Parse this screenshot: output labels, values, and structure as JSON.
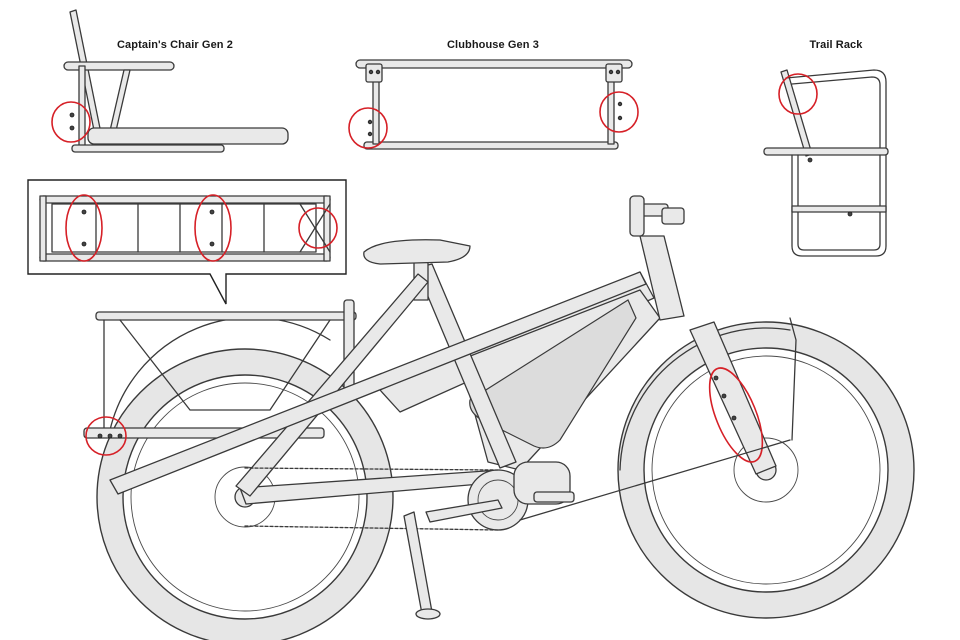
{
  "labels": {
    "captains_chair": "Captain's Chair Gen 2",
    "clubhouse": "Clubhouse Gen 3",
    "trail_rack": "Trail Rack"
  },
  "colors": {
    "highlight": "#d62027",
    "line": "#3a3a3a",
    "fill": "#e6e6e6",
    "background": "#ffffff"
  }
}
